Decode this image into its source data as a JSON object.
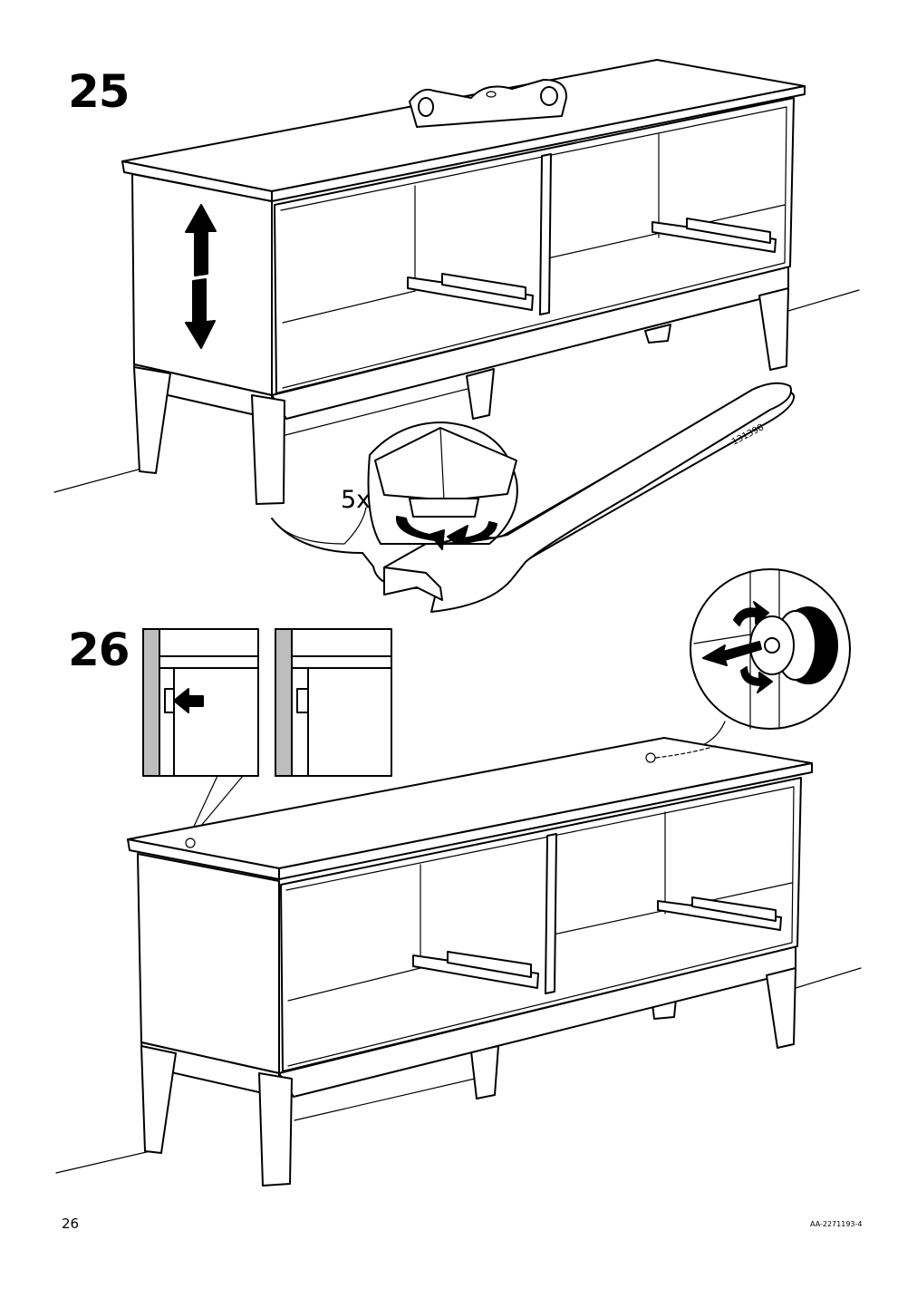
{
  "steps": [
    {
      "number": "25",
      "quantity_label": "5x",
      "tool_part_number": "131398"
    },
    {
      "number": "26"
    }
  ],
  "footer": {
    "page_number": "26",
    "document_code": "AA-2271193-4"
  },
  "icons": [
    "spirit-level-icon",
    "vertical-adjust-arrow-icon",
    "wrench-icon",
    "rotate-arrows-icon",
    "push-arrow-icon",
    "wall-fixing-icon"
  ]
}
